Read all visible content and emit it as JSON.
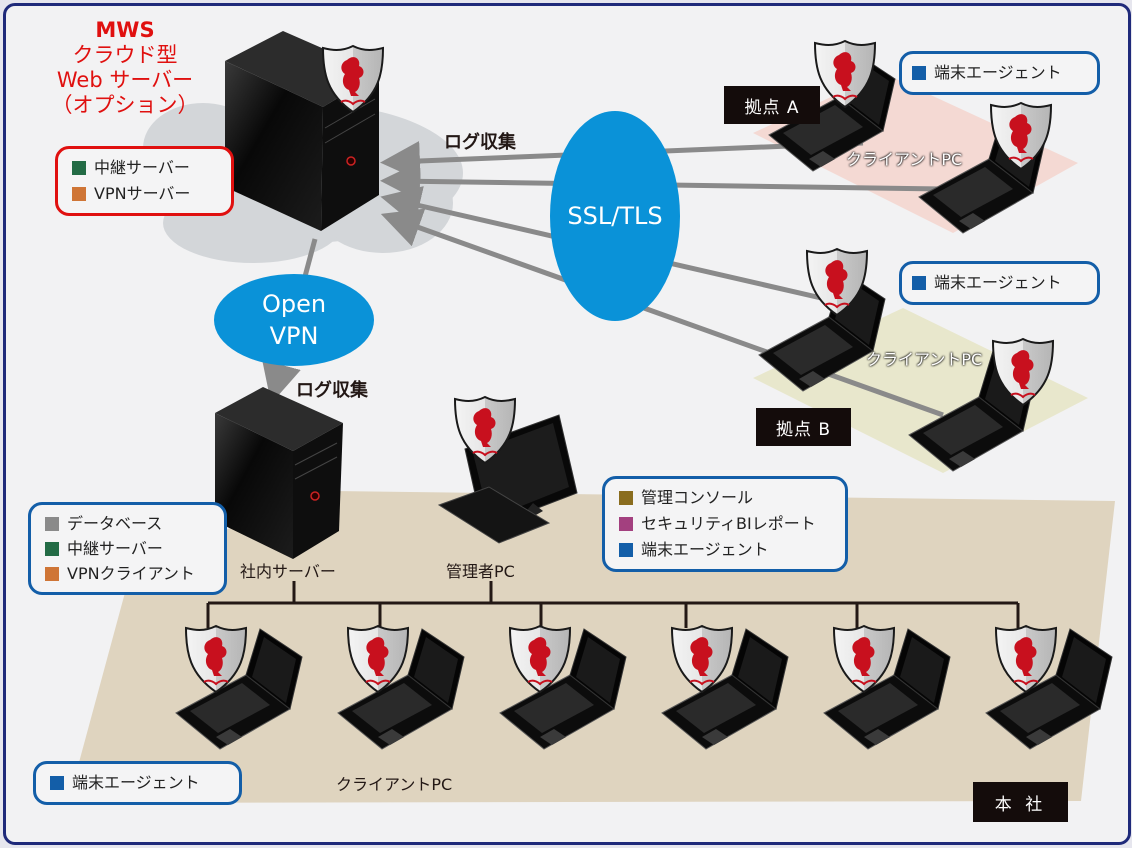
{
  "cloud_server": {
    "title_line1": "MWS",
    "title_line2": "クラウド型",
    "title_line3": "Web サーバー",
    "title_line4": "（オプション）",
    "roles": [
      {
        "label": "中継サーバー",
        "color": "#236b45"
      },
      {
        "label": "VPNサーバー",
        "color": "#cf7536"
      }
    ]
  },
  "connections": {
    "log_collect_top": "ログ収集",
    "log_collect_mid": "ログ収集",
    "ssl_label": "SSL/TLS",
    "openvpn_line1": "Open",
    "openvpn_line2": "VPN"
  },
  "site_a": {
    "tag": "拠点 A",
    "pc_label": "クライアントPC",
    "bubble": {
      "label": "端末エージェント",
      "color": "#135ea8"
    }
  },
  "site_b": {
    "tag": "拠点 B",
    "pc_label": "クライアントPC",
    "bubble": {
      "label": "端末エージェント",
      "color": "#135ea8"
    }
  },
  "hq": {
    "tag": "本 社",
    "server_label": "社内サーバー",
    "server_roles": [
      {
        "label": "データベース",
        "color": "#8a8a8a"
      },
      {
        "label": "中継サーバー",
        "color": "#236b45"
      },
      {
        "label": "VPNクライアント",
        "color": "#cf7536"
      }
    ],
    "admin_label": "管理者PC",
    "admin_roles": [
      {
        "label": "管理コンソール",
        "color": "#8a6d1e"
      },
      {
        "label": "セキュリティBIレポート",
        "color": "#a3407f"
      },
      {
        "label": "端末エージェント",
        "color": "#135ea8"
      }
    ],
    "client_label": "クライアントPC",
    "client_count": 6,
    "client_bubble": {
      "label": "端末エージェント",
      "color": "#135ea8"
    }
  }
}
